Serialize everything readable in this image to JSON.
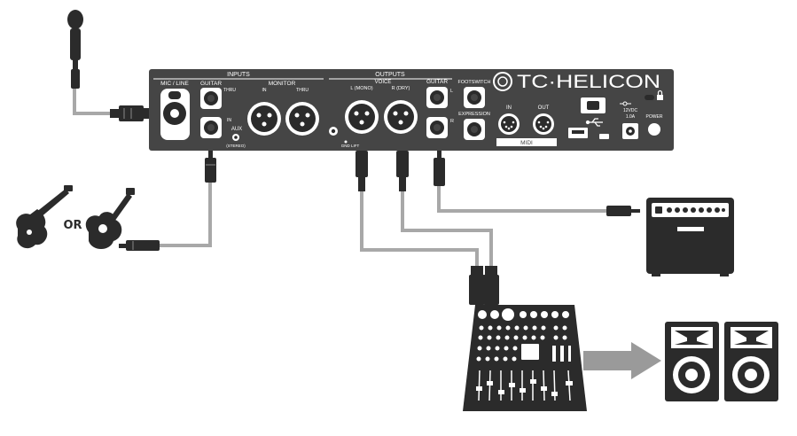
{
  "panel": {
    "brand": "TC·HELICON",
    "sections": {
      "inputs": "INPUTS",
      "outputs": "OUTPUTS"
    },
    "labels": {
      "mic_line": "MIC / LINE",
      "guitar_in": "GUITAR",
      "thru_guitar": "THRU",
      "monitor": "MONITOR",
      "monitor_in": "IN",
      "monitor_thru": "THRU",
      "in_marker": "IN",
      "aux": "AUX",
      "stereo": "(STEREO)",
      "voice": "VOICE",
      "l_mono": "L (MONO)",
      "r_dry": "R (DRY)",
      "gnd_lift": "GND LIFT",
      "guitar_out": "GUITAR",
      "out_l": "L",
      "out_r": "R",
      "footswitch": "FOOTSWITCH",
      "expression": "EXPRESSION",
      "midi_in": "IN",
      "midi_out": "OUT",
      "midi": "MIDI",
      "power_rating": "12VDC",
      "power_amps": "1.0A",
      "power": "POWER"
    }
  },
  "connector_text": "OR",
  "colors": {
    "panel": "#454545",
    "cable": "#a8a8a8",
    "device": "#2b2b2b",
    "arrow": "#9a9a9a",
    "white": "#ffffff"
  },
  "icons": {
    "microphone": "microphone-icon",
    "electric_guitar": "electric-guitar-icon",
    "acoustic_guitar": "acoustic-guitar-icon",
    "amplifier": "guitar-amplifier-icon",
    "mixer": "mixing-console-icon",
    "speakers": "pa-speaker-icon"
  }
}
